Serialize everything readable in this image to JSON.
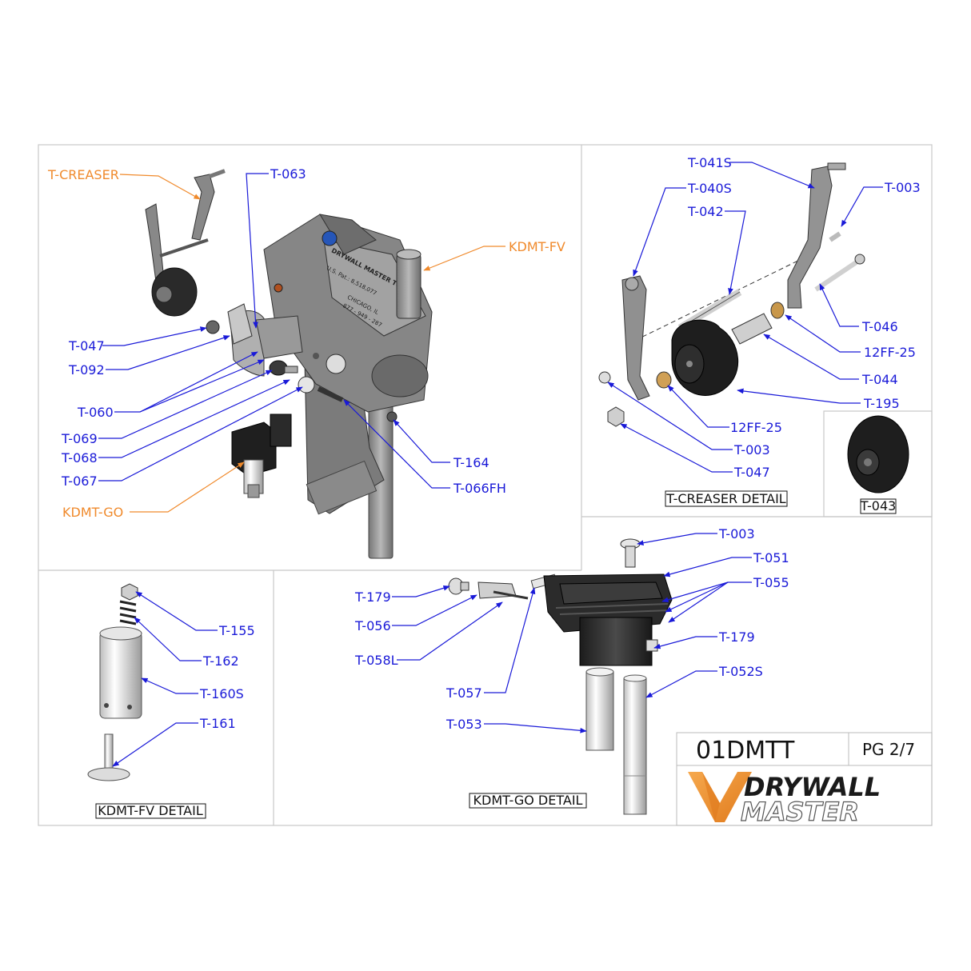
{
  "details": {
    "t_creaser": "T-CREASER DETAIL",
    "t043": "T-043",
    "kdmt_fv": "KDMT-FV DETAIL",
    "kdmt_go": "KDMT-GO DETAIL"
  },
  "main_view": {
    "t_creaser": "T-CREASER",
    "kdmt_fv": "KDMT-FV",
    "kdmt_go": "KDMT-GO",
    "t063": "T-063",
    "t047": "T-047",
    "t092": "T-092",
    "t060": "T-060",
    "t069": "T-069",
    "t068": "T-068",
    "t067": "T-067",
    "t164": "T-164",
    "t066fh": "T-066FH",
    "engrave_brand": "DRYWALL MASTER TOOLS",
    "engrave_pat": "U.S. Pat.: 8,518,077",
    "engrave_city": "CHICAGO, IL",
    "engrave_phone": "877 - 949 - 287"
  },
  "creaser_detail": {
    "t041s": "T-041S",
    "t040s": "T-040S",
    "t042": "T-042",
    "t003a": "T-003",
    "t046": "T-046",
    "ff25a": "12FF-25",
    "t044": "T-044",
    "t195": "T-195",
    "ff25b": "12FF-25",
    "t003b": "T-003",
    "t047": "T-047"
  },
  "fv_detail": {
    "t155": "T-155",
    "t162": "T-162",
    "t160s": "T-160S",
    "t161": "T-161"
  },
  "go_detail": {
    "t003": "T-003",
    "t051": "T-051",
    "t055": "T-055",
    "t179a": "T-179",
    "t056": "T-056",
    "t058l": "T-058L",
    "t179b": "T-179",
    "t052s": "T-052S",
    "t057": "T-057",
    "t053": "T-053"
  },
  "title_block": {
    "part_no": "01DMTT",
    "page": "PG 2/7",
    "logo_line1": "DRYWALL",
    "logo_line2": "MASTER"
  },
  "colors": {
    "callout_blue": "#1a1ad8",
    "callout_orange": "#f08a2c",
    "logo_orange": "#f39a3a"
  }
}
